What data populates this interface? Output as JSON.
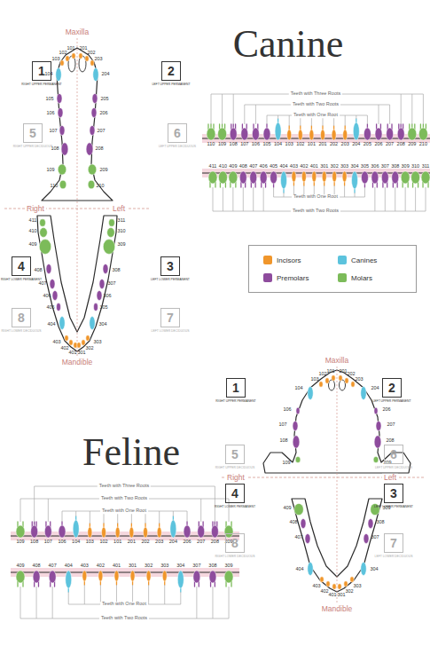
{
  "diagram": {
    "nodes": [
      {
        "text": [
          "1",
          "RIGHT UPPER PERMANENT"
        ]
      },
      {
        "text": [
          "2",
          "LEFT UPPER PERMANENT"
        ]
      },
      {
        "text": [
          "5",
          "RIGHT UPPER DECIDUOUS"
        ]
      },
      {
        "text": [
          "6",
          "LEFT UPPER DECIDUOUS"
        ]
      },
      {
        "text": [
          "4",
          "RIGHT LOWER PERMANENT"
        ]
      },
      {
        "text": [
          "3",
          "LEFT LOWER PERMANENT"
        ]
      },
      {
        "text": [
          "8",
          "RIGHT LOWER DECIDUOUS"
        ]
      },
      {
        "text": [
          "7",
          "LEFT LOWER DECIDUOUS"
        ]
      },
      {
        "text": [
          "1",
          "RIGHT UPPER PERMANENT"
        ]
      },
      {
        "text": [
          "2",
          "LEFT UPPER PERMANENT"
        ]
      },
      {
        "text": [
          "5",
          "RIGHT UPPER DECIDUOUS"
        ]
      },
      {
        "text": [
          "6",
          "LEFT UPPER DECIDUOUS"
        ]
      },
      {
        "text": [
          "4",
          "RIGHT LOWER PERMANENT"
        ]
      },
      {
        "text": [
          "3",
          "LEFT LOWER PERMANENT"
        ]
      },
      {
        "text": [
          "8",
          "RIGHT LOWER DECIDUOUS"
        ]
      },
      {
        "text": [
          "7",
          "LEFT LOWER DECIDUOUS"
        ]
      }
    ],
    "labels": [
      "Canine",
      "Maxilla",
      "Right",
      "Left",
      "Mandible",
      "101",
      "102",
      "103",
      "104",
      "105",
      "106",
      "107",
      "108",
      "109",
      "110",
      "201",
      "202",
      "203",
      "204",
      "205",
      "206",
      "207",
      "208",
      "209",
      "210",
      "401",
      "402",
      "403",
      "404",
      "405",
      "406",
      "407",
      "408",
      "409",
      "410",
      "411",
      "301",
      "302",
      "303",
      "304",
      "305",
      "306",
      "307",
      "308",
      "309",
      "310",
      "311",
      "Teeth with Three Roots",
      "Teeth with Two Roots",
      "Teeth with One Root",
      "110",
      "109",
      "108",
      "107",
      "106",
      "105",
      "104",
      "103",
      "102",
      "101",
      "201",
      "202",
      "203",
      "204",
      "205",
      "206",
      "207",
      "208",
      "209",
      "210",
      "411",
      "410",
      "409",
      "408",
      "407",
      "406",
      "405",
      "404",
      "403",
      "402",
      "401",
      "301",
      "302",
      "303",
      "304",
      "305",
      "306",
      "307",
      "308",
      "309",
      "310",
      "311",
      "Teeth with One Root",
      "Teeth with Two Roots",
      "Feline",
      "Maxilla",
      "Right",
      "Left",
      "Mandible",
      "101",
      "102",
      "103",
      "104",
      "106",
      "107",
      "108",
      "109",
      "201",
      "202",
      "203",
      "204",
      "206",
      "207",
      "208",
      "209",
      "401",
      "402",
      "403",
      "404",
      "407",
      "408",
      "409",
      "301",
      "302",
      "303",
      "304",
      "307",
      "308",
      "309",
      "Teeth with Three Roots",
      "Teeth with Two Roots",
      "Teeth with One Root",
      "109",
      "108",
      "107",
      "106",
      "104",
      "103",
      "102",
      "101",
      "201",
      "202",
      "203",
      "204",
      "206",
      "207",
      "208",
      "209",
      "409",
      "408",
      "407",
      "404",
      "403",
      "402",
      "401",
      "301",
      "302",
      "303",
      "304",
      "307",
      "308",
      "309",
      "Teeth with One Root",
      "Teeth with Two Roots"
    ],
    "legend": [
      {
        "text": "Incisors",
        "color": "#f0962b"
      },
      {
        "text": "Canines",
        "color": "#5cc3dd"
      },
      {
        "text": "Premolars",
        "color": "#8e4c9d"
      },
      {
        "text": "Molars",
        "color": "#7cbb5a"
      }
    ]
  }
}
